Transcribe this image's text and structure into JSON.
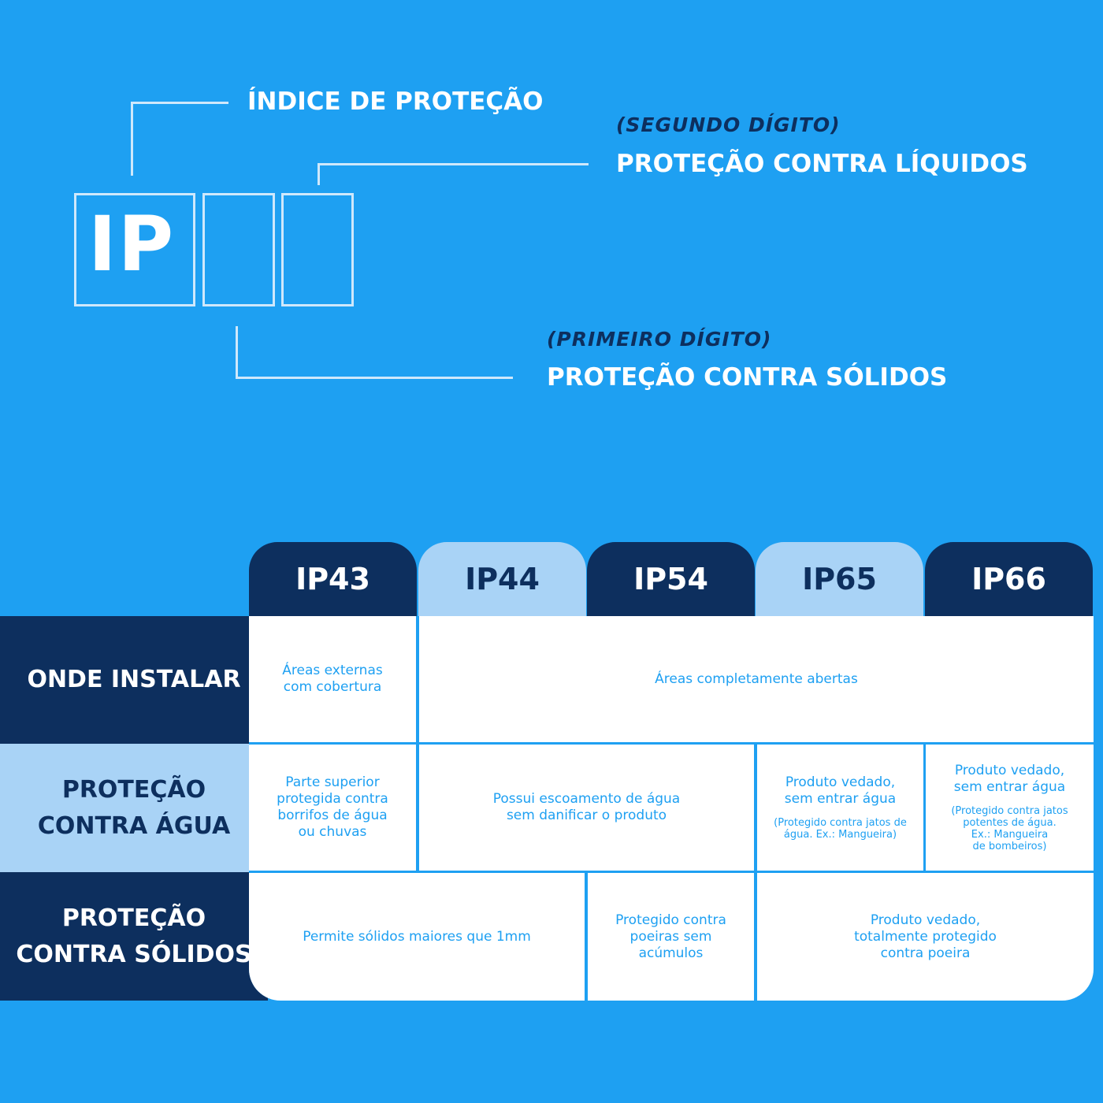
{
  "diagram": {
    "ip_letters": "IP",
    "index_label": "ÍNDICE DE PROTEÇÃO",
    "second_digit": {
      "tag": "(SEGUNDO DÍGITO)",
      "title": "PROTEÇÃO CONTRA LÍQUIDOS"
    },
    "first_digit": {
      "tag": "(PRIMEIRO DÍGITO)",
      "title": "PROTEÇÃO CONTRA SÓLIDOS"
    }
  },
  "table": {
    "columns": [
      {
        "label": "IP43",
        "style": "dark"
      },
      {
        "label": "IP44",
        "style": "light"
      },
      {
        "label": "IP54",
        "style": "dark"
      },
      {
        "label": "IP65",
        "style": "light"
      },
      {
        "label": "IP66",
        "style": "dark"
      }
    ],
    "rows": [
      {
        "label": "ONDE INSTALAR",
        "style": "dark"
      },
      {
        "label": "PROTEÇÃO\nCONTRA ÁGUA",
        "style": "light"
      },
      {
        "label": "PROTEÇÃO\nCONTRA SÓLIDOS",
        "style": "dark"
      }
    ],
    "cells": {
      "install_ip43": "Áreas externas\ncom cobertura",
      "install_rest": "Áreas completamente abertas",
      "water_ip43": "Parte superior\nprotegida contra\nborrifos de água\nou chuvas",
      "water_ip44_54": "Possui escoamento de água\nsem danificar o produto",
      "water_ip65": "Produto vedado,\nsem entrar água",
      "water_ip65_note": "(Protegido contra jatos de\nágua. Ex.: Mangueira)",
      "water_ip66": "Produto vedado,\nsem entrar água",
      "water_ip66_note": "(Protegido contra jatos\npotentes de água.\nEx.: Mangueira\nde bombeiros)",
      "solids_ip43_44": "Permite sólidos maiores que 1mm",
      "solids_ip54": "Protegido contra\npoeiras sem\nacúmulos",
      "solids_ip65_66": "Produto vedado,\ntotalmente protegido\ncontra poeira"
    }
  }
}
